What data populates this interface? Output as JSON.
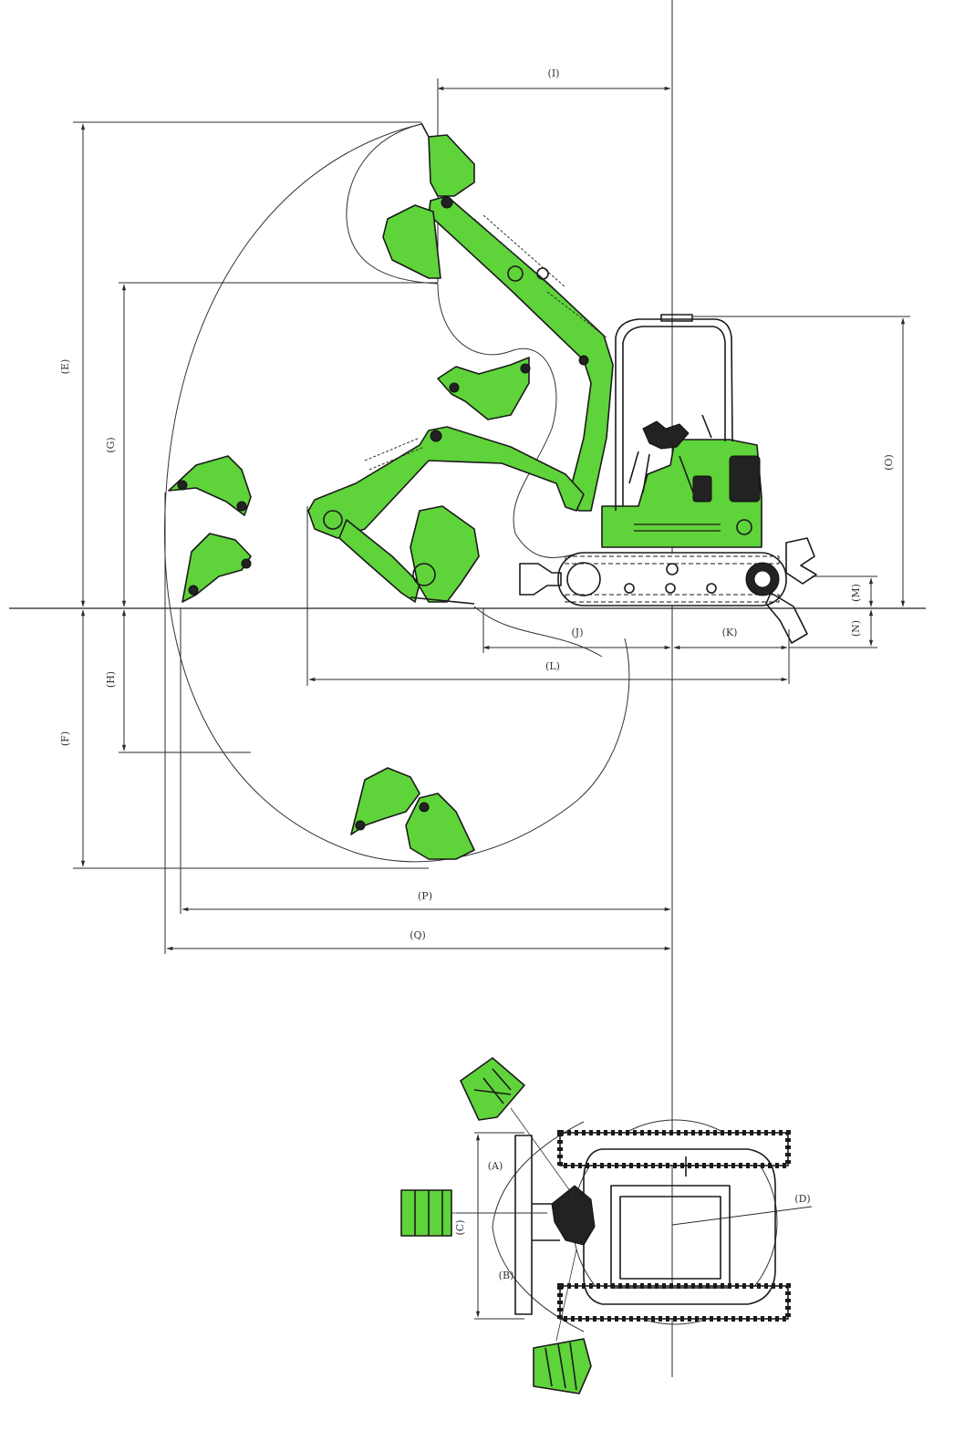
{
  "side_view": {
    "dimension_labels": {
      "I": "(I)",
      "E": "(E)",
      "G": "(G)",
      "F": "(F)",
      "H": "(H)",
      "O": "(O)",
      "M": "(M)",
      "N": "(N)",
      "J": "(J)",
      "K": "(K)",
      "L": "(L)",
      "P": "(P)",
      "Q": "(Q)"
    }
  },
  "top_view": {
    "dimension_labels": {
      "A": "(A)",
      "B": "(B)",
      "C": "(C)",
      "D": "(D)"
    }
  },
  "colors": {
    "machine": "#5fd33a",
    "line": "#2b2b2b"
  }
}
